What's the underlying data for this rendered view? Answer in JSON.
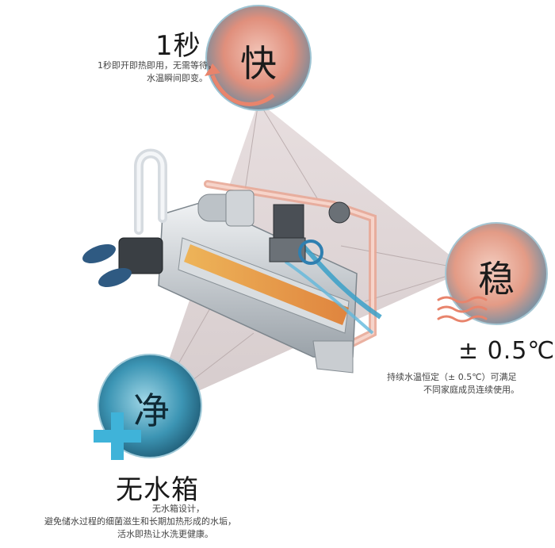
{
  "features": {
    "fast": {
      "badge": "快",
      "title": "1秒",
      "desc": [
        "1秒即开即热即用，无需等待，",
        "水温瞬间即变。"
      ]
    },
    "stable": {
      "badge": "稳",
      "title": "± 0.5℃",
      "desc": [
        "持续水温恒定（± 0.5℃）可满足",
        "不同家庭成员连续使用。"
      ]
    },
    "clean": {
      "badge": "净",
      "title": "无水箱",
      "desc": [
        "无水箱设计，",
        "避免储水过程的细菌滋生和长期加热形成的水垢，",
        "活水即热让水洗更健康。"
      ]
    }
  },
  "colors": {
    "warm": "#e8846c",
    "cool": "#3aa0c8",
    "plus": "#3fb3d9",
    "triangle": "#d9cfd0"
  },
  "icons": {
    "fast_arrow": "curved-arrow-icon",
    "stable_waves": "heat-wave-icon",
    "clean_plus": "plus-icon"
  }
}
